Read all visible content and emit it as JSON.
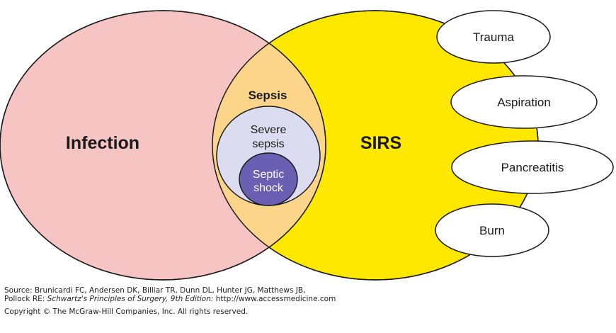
{
  "diagram": {
    "infection": "Infection",
    "sirs": "SIRS",
    "sepsis": "Sepsis",
    "severe_sepsis_line1": "Severe",
    "severe_sepsis_line2": "sepsis",
    "septic_shock_line1": "Septic",
    "septic_shock_line2": "shock",
    "causes": [
      "Trauma",
      "Aspiration",
      "Pancreatitis",
      "Burn"
    ]
  },
  "colors": {
    "infection": "#f7c4c4",
    "sirs": "#ffe800",
    "sepsis": "#fcd58a",
    "severe_sepsis": "#dcdcf0",
    "septic_shock": "#6a5fb3",
    "outline": "#1a1a1a"
  },
  "caption": {
    "source_prefix": "Source: Brunicardi FC, Andersen DK, Billiar TR, Dunn DL, Hunter JG, Matthews JB,",
    "pollock": "Pollock RE: ",
    "book_title": "Schwartz's Principles of Surgery, 9th Edition:",
    "url": " http://www.accessmedicine.com",
    "copyright": "Copyright © The McGraw-Hill Companies, Inc. All rights reserved."
  }
}
